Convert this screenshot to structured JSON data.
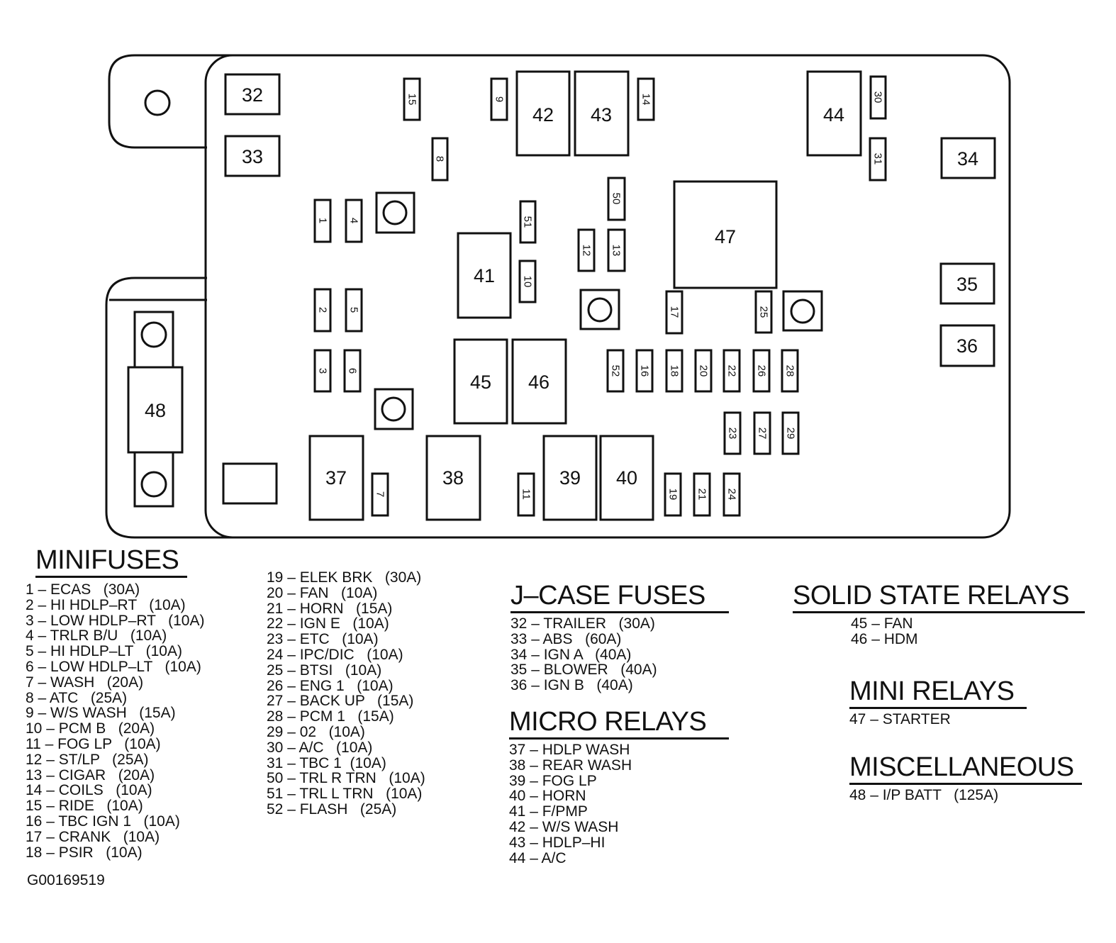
{
  "box": {
    "relay_labels": {
      "r32": "32",
      "r33": "33",
      "r34": "34",
      "r35": "35",
      "r36": "36",
      "r37": "37",
      "r38": "38",
      "r39": "39",
      "r40": "40",
      "r41": "41",
      "r42": "42",
      "r43": "43",
      "r44": "44",
      "r45": "45",
      "r46": "46",
      "r47": "47",
      "r48": "48"
    },
    "fuse_labels": {
      "f1": "1",
      "f2": "2",
      "f3": "3",
      "f4": "4",
      "f5": "5",
      "f6": "6",
      "f7": "7",
      "f8": "8",
      "f9": "9",
      "f10": "10",
      "f11": "11",
      "f12": "12",
      "f13": "13",
      "f14": "14",
      "f15": "15",
      "f16": "16",
      "f17": "17",
      "f18": "18",
      "f19": "19",
      "f20": "20",
      "f21": "21",
      "f22": "22",
      "f23": "23",
      "f24": "24",
      "f25": "25",
      "f26": "26",
      "f27": "27",
      "f28": "28",
      "f29": "29",
      "f30": "30",
      "f31": "31",
      "f50": "50",
      "f51": "51",
      "f52": "52"
    }
  },
  "legend": {
    "minifuses": {
      "title": "MINIFUSES",
      "col1": [
        "1 – ECAS   (30A)",
        "2 – HI HDLP–RT   (10A)",
        "3 – LOW HDLP–RT   (10A)",
        "4 – TRLR B/U   (10A)",
        "5 – HI HDLP–LT   (10A)",
        "6 – LOW HDLP–LT   (10A)",
        "7 – WASH   (20A)",
        "8 – ATC   (25A)",
        "9 – W/S WASH   (15A)",
        "10 – PCM B   (20A)",
        "11 – FOG LP   (10A)",
        "12 – ST/LP   (25A)",
        "13 – CIGAR   (20A)",
        "14 – COILS   (10A)",
        "15 – RIDE   (10A)",
        "16 – TBC IGN 1   (10A)",
        "17 – CRANK   (10A)",
        "18 – PSIR   (10A)"
      ],
      "col2": [
        "19 – ELEK BRK   (30A)",
        "20 – FAN   (10A)",
        "21 – HORN   (15A)",
        "22 – IGN E   (10A)",
        "23 – ETC   (10A)",
        "24 – IPC/DIC   (10A)",
        "25 – BTSI   (10A)",
        "26 – ENG 1   (10A)",
        "27 – BACK UP   (15A)",
        "28 – PCM 1   (15A)",
        "29 – 02   (10A)",
        "30 – A/C   (10A)",
        "31 – TBC 1  (10A)",
        "50 – TRL R TRN   (10A)",
        "51 – TRL L TRN   (10A)",
        "52 – FLASH   (25A)"
      ]
    },
    "jcase_fuses": {
      "title": "J–CASE FUSES",
      "items": [
        "32 – TRAILER   (30A)",
        "33 – ABS   (60A)",
        "34 – IGN A   (40A)",
        "35 – BLOWER   (40A)",
        "36 – IGN B   (40A)"
      ]
    },
    "micro_relays": {
      "title": "MICRO RELAYS",
      "items": [
        "37 – HDLP WASH",
        "38 – REAR WASH",
        "39 – FOG LP",
        "40 – HORN",
        "41 – F/PMP",
        "42 – W/S WASH",
        "43 – HDLP–HI",
        "44 – A/C"
      ]
    },
    "solid_state_relays": {
      "title": "SOLID STATE RELAYS",
      "items": [
        "45 – FAN",
        "46 – HDM"
      ]
    },
    "mini_relays": {
      "title": "MINI RELAYS",
      "items": [
        "47 – STARTER"
      ]
    },
    "miscellaneous": {
      "title": "MISCELLANEOUS",
      "items": [
        "48 – I/P BATT   (125A)"
      ]
    }
  },
  "figure_id": "G00169519"
}
